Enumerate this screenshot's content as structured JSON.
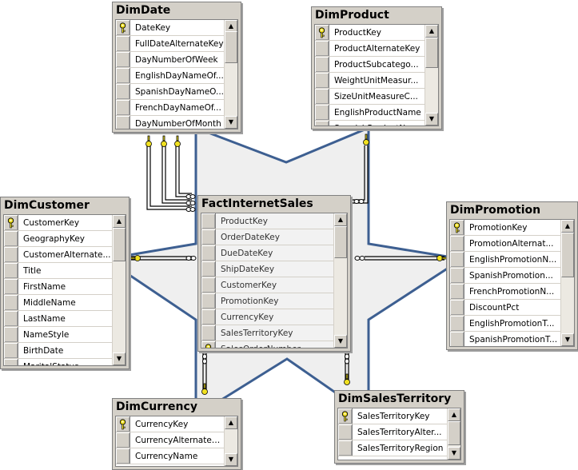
{
  "tables": [
    {
      "id": "dimdate",
      "name": "DimDate",
      "columns": [
        "DateKey",
        "FullDateAlternateKey",
        "DayNumberOfWeek",
        "EnglishDayNameOf...",
        "SpanishDayNameO...",
        "FrenchDayNameOf...",
        "DayNumberOfMonth"
      ],
      "key_rows": [
        0
      ]
    },
    {
      "id": "dimproduct",
      "name": "DimProduct",
      "columns": [
        "ProductKey",
        "ProductAlternateKey",
        "ProductSubcatego...",
        "WeightUnitMeasur...",
        "SizeUnitMeasureC...",
        "EnglishProductName",
        "SpanishProductName"
      ],
      "key_rows": [
        0
      ]
    },
    {
      "id": "dimcustomer",
      "name": "DimCustomer",
      "columns": [
        "CustomerKey",
        "GeographyKey",
        "CustomerAlternate...",
        "Title",
        "FirstName",
        "MiddleName",
        "LastName",
        "NameStyle",
        "BirthDate",
        "MaritalStatus"
      ],
      "key_rows": [
        0
      ]
    },
    {
      "id": "factinternetsales",
      "name": "FactInternetSales",
      "columns": [
        "ProductKey",
        "OrderDateKey",
        "DueDateKey",
        "ShipDateKey",
        "CustomerKey",
        "PromotionKey",
        "CurrencyKey",
        "SalesTerritoryKey",
        "SalesOrderNumber"
      ],
      "key_rows": [
        8
      ]
    },
    {
      "id": "dimpromotion",
      "name": "DimPromotion",
      "columns": [
        "PromotionKey",
        "PromotionAlternat...",
        "EnglishPromotionN...",
        "SpanishPromotion...",
        "FrenchPromotionN...",
        "DiscountPct",
        "EnglishPromotionT...",
        "SpanishPromotionT..."
      ],
      "key_rows": [
        0
      ]
    },
    {
      "id": "dimcurrency",
      "name": "DimCurrency",
      "columns": [
        "CurrencyKey",
        "CurrencyAlternateKey",
        "CurrencyName"
      ],
      "key_rows": [
        0
      ]
    },
    {
      "id": "dimsalesterritory",
      "name": "DimSalesTerritory",
      "columns": [
        "SalesTerritoryKey",
        "SalesTerritoryAlter...",
        "SalesTerritoryRegion"
      ],
      "key_rows": [
        0
      ]
    }
  ],
  "colors": {
    "star_stroke": "#3d5f91",
    "star_fill": "#efefef",
    "key_fill": "#f0e020",
    "window_gray": "#d4d0c8"
  }
}
